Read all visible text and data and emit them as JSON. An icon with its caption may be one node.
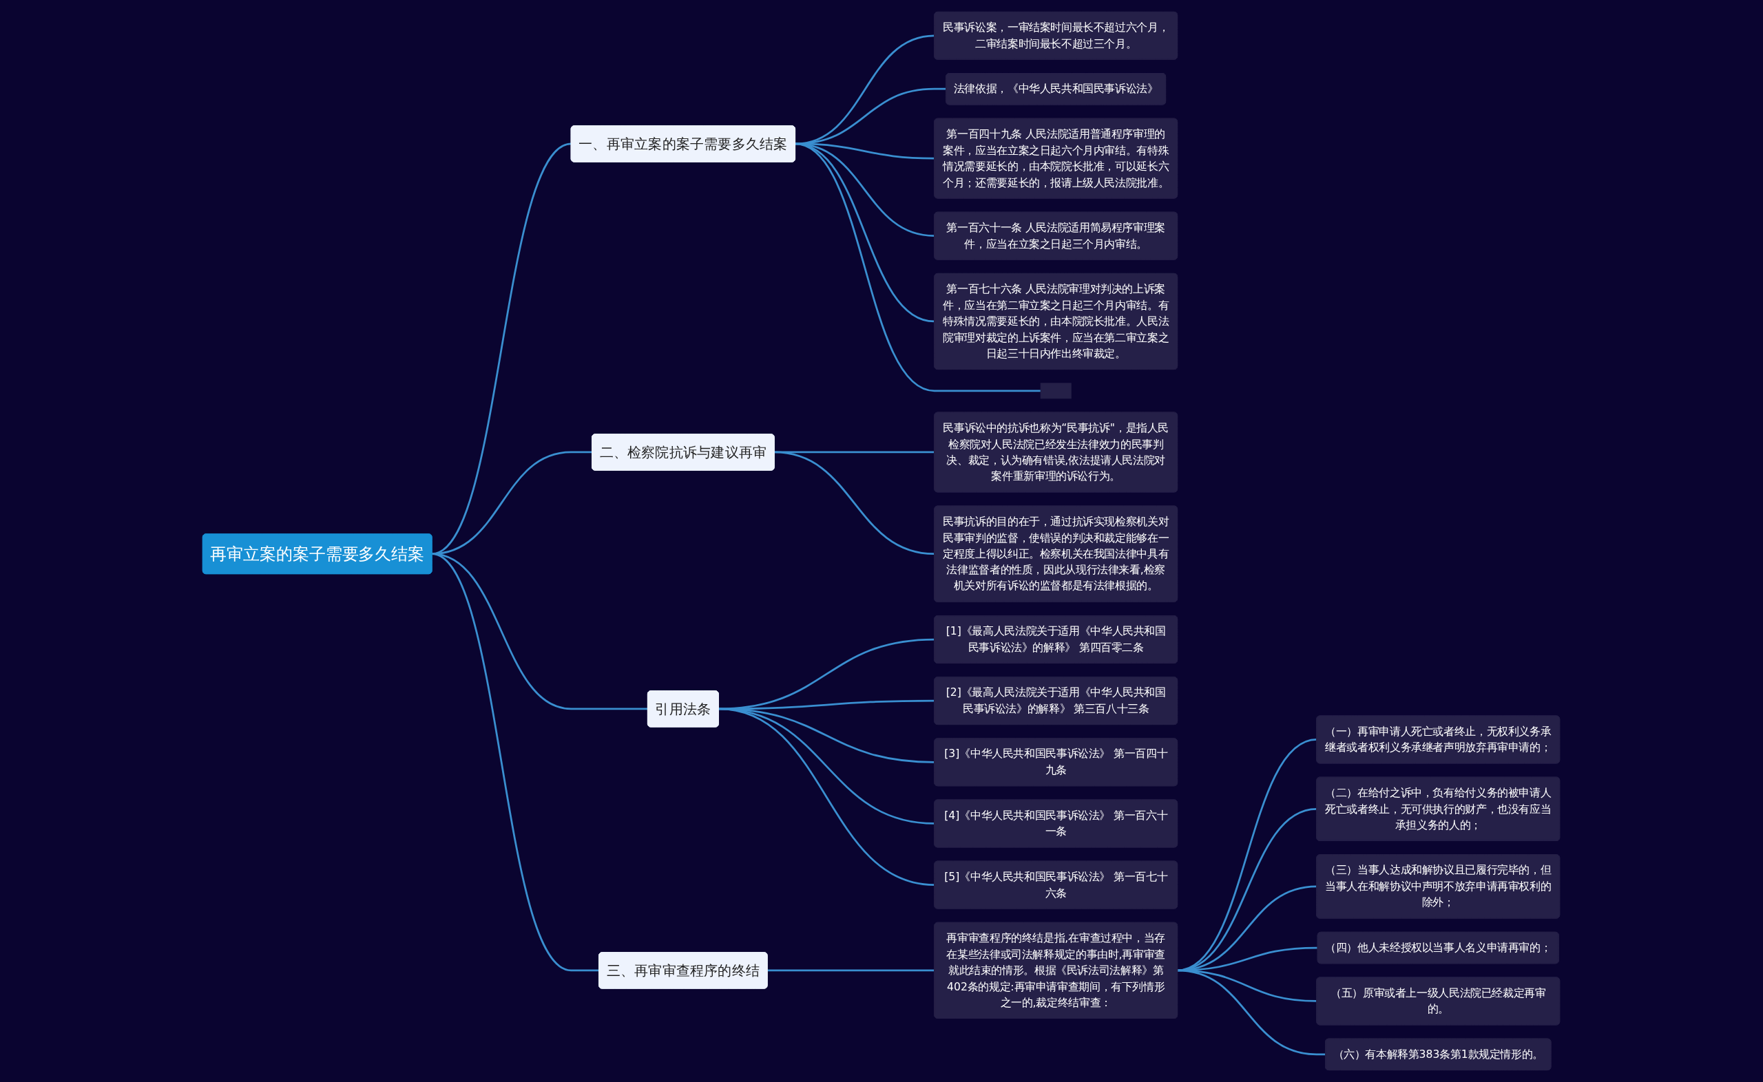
{
  "diagram": {
    "nodes": [
      {
        "text": [
          "再审立案的案子需要多久结案"
        ]
      },
      {
        "text": [
          "一、再审立案的案子需要多久结案"
        ]
      },
      {
        "text": [
          "民事诉讼案，一审结案时间最长不超过六个月，二审结案时间最长不超过三个月。"
        ]
      },
      {
        "text": [
          "法律依据，《中华人民共和国民事诉讼法》"
        ]
      },
      {
        "text": [
          "第一百四十九条 人民法院适用普通程序审理的案件，应当在立案之日起六个月内审结。有特殊情况需要延长的，由本院院长批准，可以延长六个月；还需要延长的，报请上级人民法院批准。"
        ]
      },
      {
        "text": [
          "第一百六十一条 人民法院适用简易程序审理案件，应当在立案之日起三个月内审结。"
        ]
      },
      {
        "text": [
          "第一百七十六条 人民法院审理对判决的上诉案件，应当在第二审立案之日起三个月内审结。有特殊情况需要延长的，由本院院长批准。人民法院审理对裁定的上诉案件，应当在第二审立案之日起三十日内作出终审裁定。"
        ]
      },
      {
        "text": [],
        "shape": "box"
      },
      {
        "text": [
          "二、检察院抗诉与建议再审"
        ]
      },
      {
        "text": [
          "民事诉讼中的抗诉也称为“民事抗诉\"，是指人民检察院对人民法院已经发生法律效力的民事判决、裁定，认为确有错误,依法提请人民法院对案件重新审理的诉讼行为。"
        ]
      },
      {
        "text": [
          "民事抗诉的目的在于，通过抗诉实现检察机关对民事审判的监督，使错误的判决和裁定能够在一定程度上得以纠正。检察机关在我国法律中具有法律监督者的性质，因此从现行法律来看,检察机关对所有诉讼的监督都是有法律根据的。"
        ]
      },
      {
        "text": [
          "引用法条"
        ]
      },
      {
        "text": [
          "[1]《最高人民法院关于适用《中华人民共和国民事诉讼法》的解释》 第四百零二条"
        ]
      },
      {
        "text": [
          "[2]《最高人民法院关于适用《中华人民共和国民事诉讼法》的解释》 第三百八十三条"
        ]
      },
      {
        "text": [
          "[3]《中华人民共和国民事诉讼法》 第一百四十九条"
        ]
      },
      {
        "text": [
          "[4]《中华人民共和国民事诉讼法》 第一百六十一条"
        ]
      },
      {
        "text": [
          "[5]《中华人民共和国民事诉讼法》 第一百七十六条"
        ]
      },
      {
        "text": [
          "三、再审审查程序的终结"
        ]
      },
      {
        "text": [
          "再审审查程序的终结是指,在审查过程中，当存在某些法律或司法解释规定的事由时,再审审查就此结束的情形。根据《民诉法司法解释》第402条的规定:再审申请审查期间，有下列情形之一的,裁定终结审查："
        ]
      },
      {
        "text": [
          "（一）再审申请人死亡或者终止，无权利义务承继者或者权利义务承继者声明放弃再审申请的；"
        ]
      },
      {
        "text": [
          "（二）在给付之诉中，负有给付义务的被申请人死亡或者终止，无可供执行的财产，也没有应当承担义务的人的；"
        ]
      },
      {
        "text": [
          "（三）当事人达成和解协议且已履行完毕的，但当事人在和解协议中声明不放弃申请再审权利的除外；"
        ]
      },
      {
        "text": [
          "（四）他人未经授权以当事人名义申请再审的；"
        ]
      },
      {
        "text": [
          "（五）原审或者上一级人民法院已经裁定再审的。"
        ]
      },
      {
        "text": [
          "（六）有本解释第383条第1款规定情形的。"
        ]
      }
    ],
    "edges": [
      {
        "from": 0,
        "to": 1,
        "arrow": "none"
      },
      {
        "from": 1,
        "to": 2,
        "arrow": "none"
      },
      {
        "from": 1,
        "to": 3,
        "arrow": "none"
      },
      {
        "from": 1,
        "to": 4,
        "arrow": "none"
      },
      {
        "from": 1,
        "to": 5,
        "arrow": "none"
      },
      {
        "from": 1,
        "to": 6,
        "arrow": "none"
      },
      {
        "from": 1,
        "to": 7,
        "arrow": "none"
      },
      {
        "from": 0,
        "to": 8,
        "arrow": "none"
      },
      {
        "from": 8,
        "to": 9,
        "arrow": "none"
      },
      {
        "from": 8,
        "to": 10,
        "arrow": "none"
      },
      {
        "from": 0,
        "to": 11,
        "arrow": "none"
      },
      {
        "from": 11,
        "to": 12,
        "arrow": "none"
      },
      {
        "from": 11,
        "to": 13,
        "arrow": "none"
      },
      {
        "from": 11,
        "to": 14,
        "arrow": "none"
      },
      {
        "from": 11,
        "to": 15,
        "arrow": "none"
      },
      {
        "from": 11,
        "to": 16,
        "arrow": "none"
      },
      {
        "from": 0,
        "to": 17,
        "arrow": "none"
      },
      {
        "from": 17,
        "to": 18,
        "arrow": "none"
      },
      {
        "from": 18,
        "to": 19,
        "arrow": "none"
      },
      {
        "from": 18,
        "to": 20,
        "arrow": "none"
      },
      {
        "from": 18,
        "to": 21,
        "arrow": "none"
      },
      {
        "from": 18,
        "to": 22,
        "arrow": "none"
      },
      {
        "from": 18,
        "to": 23,
        "arrow": "none"
      },
      {
        "from": 18,
        "to": 24,
        "arrow": "none"
      }
    ]
  }
}
